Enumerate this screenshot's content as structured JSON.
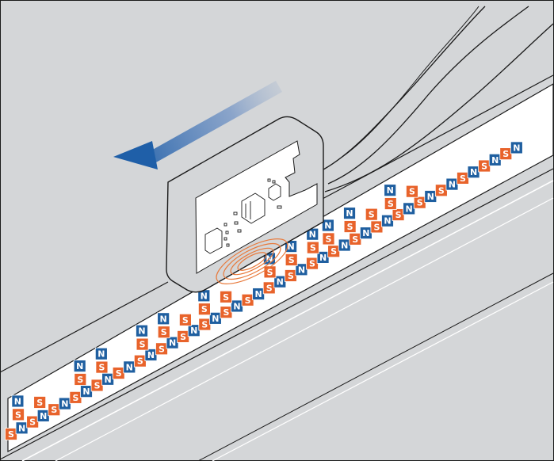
{
  "colors": {
    "background": "#d4d6d8",
    "tape": "#ffffff",
    "north_pole": "#1f5fa0",
    "south_pole": "#e8632b",
    "arrow": "#1f5fa8",
    "field_lines": "#e87a3c",
    "outline": "#1a1a1a"
  },
  "poles": {
    "north_label": "N",
    "south_label": "S"
  },
  "scene": {
    "motion_arrow_icon": "arrow-left-icon",
    "sensor": "magnetic-read-head",
    "tape": "magnetic-scale-tape",
    "track_magnet_pattern": [
      "S",
      "N",
      "S",
      "N",
      "S",
      "N",
      "S",
      "N",
      "S",
      "N",
      "S",
      "N",
      "S",
      "N",
      "S",
      "N",
      "S",
      "N",
      "S",
      "N",
      "S",
      "N",
      "S",
      "N",
      "S",
      "N",
      "S",
      "N",
      "S",
      "N",
      "S",
      "N",
      "S",
      "N",
      "S",
      "N",
      "S",
      "N",
      "S",
      "N",
      "S",
      "N",
      "S",
      "N",
      "S",
      "N",
      "S",
      "N"
    ],
    "code_magnet_groups": [
      [
        "S",
        "N",
        "S"
      ],
      [
        "S",
        "N",
        "S",
        "N"
      ],
      [
        "S",
        "N",
        "S",
        "N",
        "S"
      ],
      [
        "S",
        "N",
        "S"
      ],
      [
        "S",
        "N",
        "S",
        "N",
        "S",
        "N"
      ],
      [
        "S",
        "N",
        "S",
        "N",
        "S"
      ],
      [
        "S",
        "N",
        "S"
      ]
    ]
  }
}
